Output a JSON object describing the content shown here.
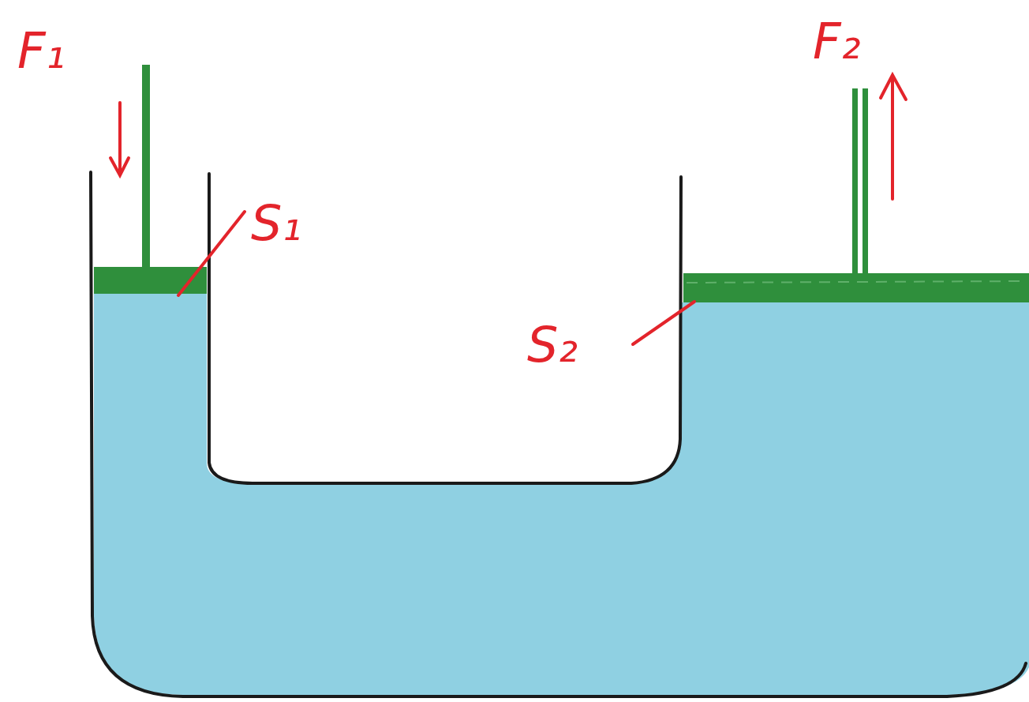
{
  "diagram": {
    "labels": [
      "F₁",
      "F₂",
      "S₁",
      "S₂"
    ]
  }
}
